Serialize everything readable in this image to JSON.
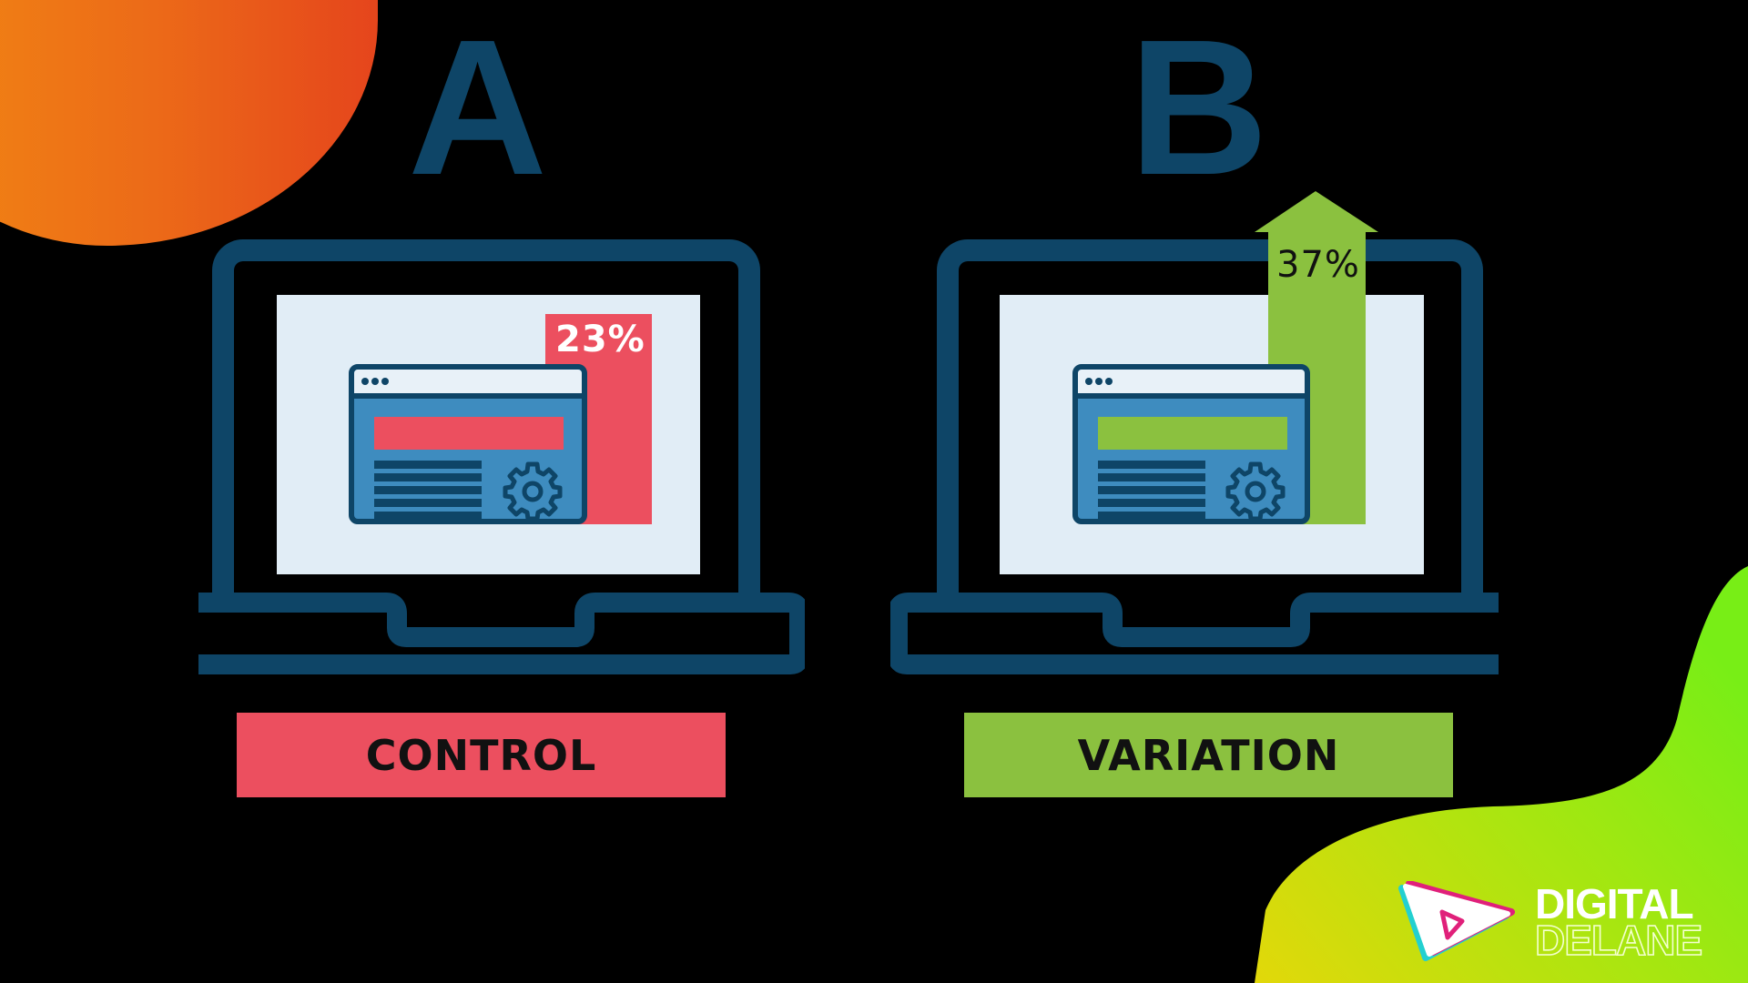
{
  "variants": {
    "a": {
      "letter": "A",
      "percent": "23%",
      "label": "CONTROL",
      "accent_color": "#ec4f5f",
      "percent_text_color": "#ffffff"
    },
    "b": {
      "letter": "B",
      "percent": "37%",
      "label": "VARIATION",
      "accent_color": "#8bc13f",
      "percent_text_color": "#111111"
    }
  },
  "colors": {
    "background": "#000000",
    "laptop_navy": "#0e4567",
    "screen": "#e1edf6",
    "window_body": "#3e8cbf",
    "orange_blob": "#ec6a18",
    "green_blob_start": "#e2d80a",
    "green_blob_end": "#7fee14"
  },
  "icons": {
    "window_dots": "three-dots-icon",
    "settings": "gear-icon",
    "uplift": "arrow-up-icon"
  },
  "brand": {
    "line1": "DIGITAL",
    "line2": "DELANE",
    "logo_icon": "play-triangle-logo-icon"
  }
}
